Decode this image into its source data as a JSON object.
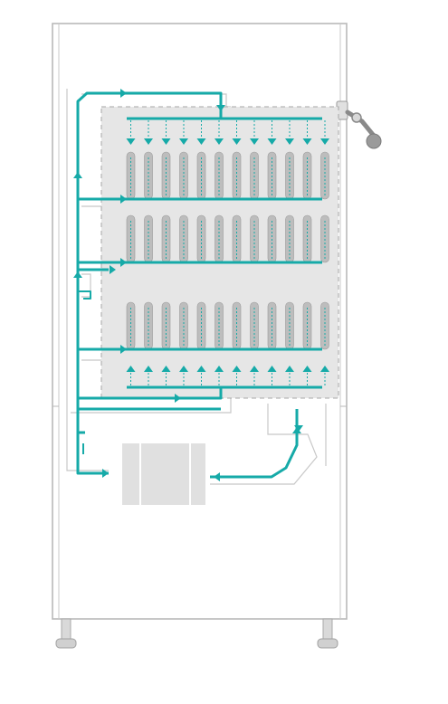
{
  "diagram": {
    "colors": {
      "cabinet_stroke": "#b9b9b9",
      "cabinet_fill": "#ffffff",
      "chamber_fill": "#e6e6e6",
      "chamber_border": "#a7a7a7",
      "airflow": "#16aaa8",
      "sample": "#bdbdbd",
      "sample_stroke": "#9a9a9a",
      "unit_fill": "#e0e0e0",
      "unit_divider": "#ffffff",
      "handle": "#8a8a8a"
    },
    "components": {
      "cabinet": "cabinet",
      "chamber": "test-chamber",
      "airflow": "airflow-path",
      "unit": "air-conditioning-unit",
      "handle": "door-handle",
      "feet": "leveling-feet"
    },
    "shelves": {
      "count": 3,
      "samples_per_shelf": 12
    }
  }
}
